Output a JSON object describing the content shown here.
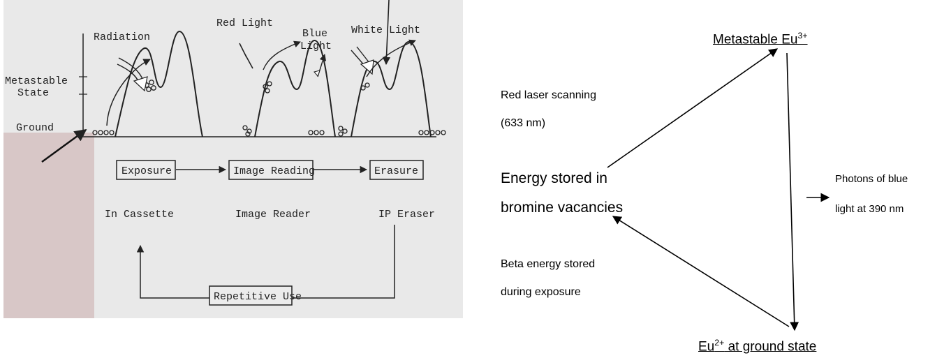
{
  "left_figure": {
    "labels": {
      "radiation": "Radiation",
      "red_light": "Red Light",
      "blue_light_line1": "Blue",
      "blue_light_line2": "Light",
      "white_light": "White Light",
      "metastable_line1": "Metastable",
      "metastable_line2": "State",
      "ground": "Ground"
    },
    "stages": [
      {
        "box": "Exposure",
        "location": "In Cassette"
      },
      {
        "box": "Image Reading",
        "location": "Image Reader"
      },
      {
        "box": "Erasure",
        "location": "IP Eraser"
      }
    ],
    "repetitive_use": "Repetitive Use"
  },
  "right_figure": {
    "top_state": {
      "text": "Metastable Eu",
      "sup": "3+"
    },
    "bottom_state": {
      "text": "Eu",
      "sup": "2+",
      "rest": " at ground state"
    },
    "middle_line1": "Energy stored in",
    "middle_line2": "bromine vacancies",
    "red_laser_line1": "Red laser scanning",
    "red_laser_line2": "(633 nm)",
    "beta_line1": "Beta energy stored",
    "beta_line2": "during exposure",
    "photons_line1": "Photons of blue",
    "photons_line2": "light at 390 nm"
  }
}
